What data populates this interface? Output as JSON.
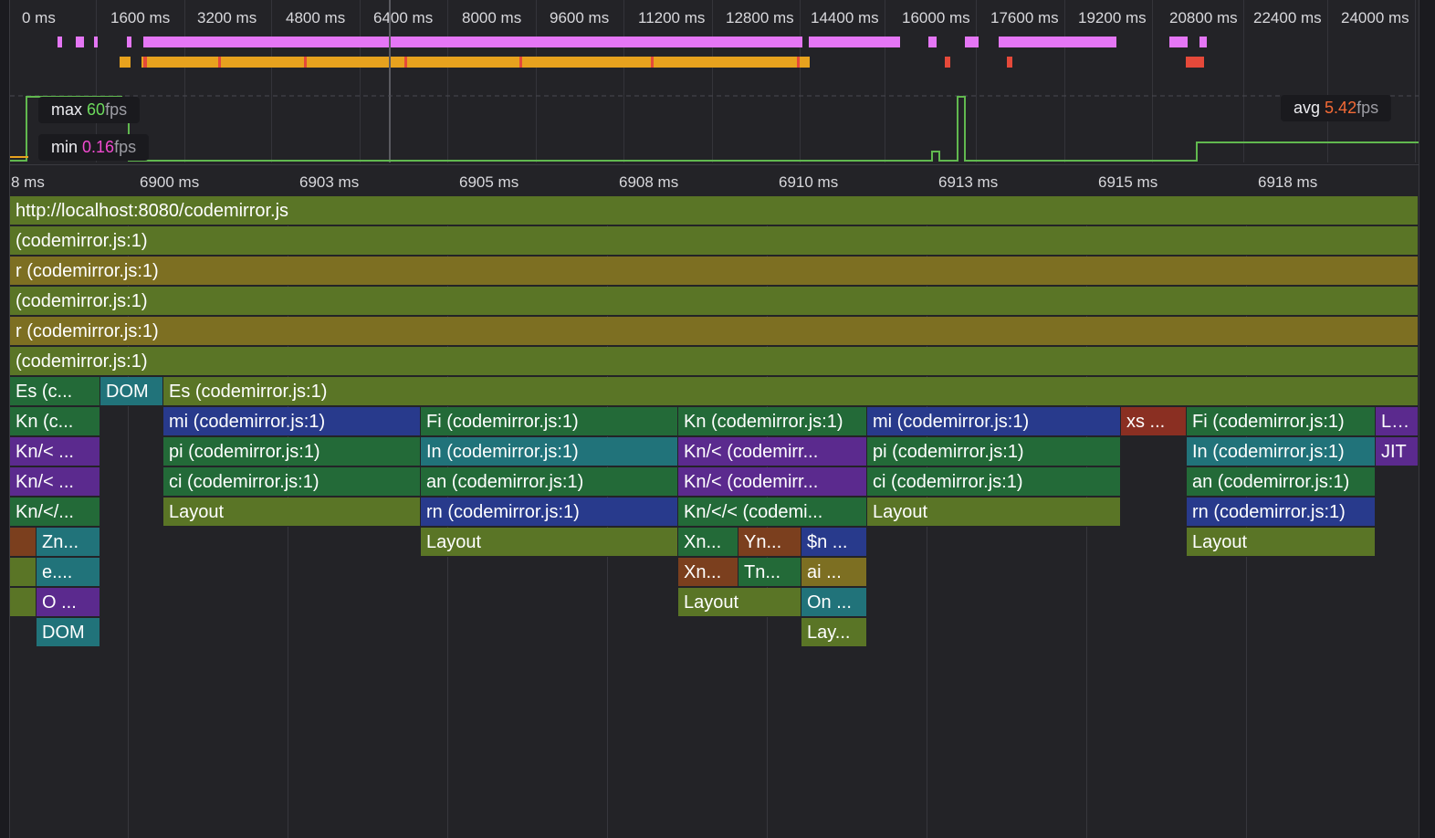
{
  "colors": {
    "lime": "#5a7526",
    "olive": "#7d6f22",
    "blue": "#283a8c",
    "green": "#236a38",
    "purple": "#5b2a8e",
    "teal": "#21737a",
    "brown": "#7b3f1e",
    "red": "#8a2f22",
    "pink": "#e576f5",
    "orange": "#e7a21e",
    "fps_line": "#61b84f",
    "max_value": "#6cda5c",
    "min_value": "#f14ad0",
    "avg_value": "#f46a36"
  },
  "overview": {
    "ticks": [
      "0 ms",
      "1600 ms",
      "3200 ms",
      "4800 ms",
      "6400 ms",
      "8000 ms",
      "9600 ms",
      "11200 ms",
      "12800 ms",
      "14400 ms",
      "16000 ms",
      "17600 ms",
      "19200 ms",
      "20800 ms",
      "22400 ms",
      "24000 ms"
    ]
  },
  "fps": {
    "max_label": "max",
    "max_value": "60",
    "min_label": "min",
    "min_value": "0.16",
    "avg_label": "avg",
    "avg_value": "5.42",
    "unit": "fps"
  },
  "ruler": {
    "ticks": [
      "8 ms",
      "6900 ms",
      "6903 ms",
      "6905 ms",
      "6908 ms",
      "6910 ms",
      "6913 ms",
      "6915 ms",
      "6918 ms"
    ]
  },
  "flame": {
    "rows": [
      [
        {
          "label": "http://localhost:8080/codemirror.js",
          "color": "lime"
        }
      ],
      [
        {
          "label": " (codemirror.js:1)",
          "color": "lime"
        }
      ],
      [
        {
          "label": "r (codemirror.js:1)",
          "color": "olive"
        }
      ],
      [
        {
          "label": " (codemirror.js:1)",
          "color": "lime"
        }
      ],
      [
        {
          "label": "r (codemirror.js:1)",
          "color": "olive"
        }
      ],
      [
        {
          "label": " (codemirror.js:1)",
          "color": "lime"
        }
      ],
      [
        {
          "label": "Es (c...",
          "color": "green"
        },
        {
          "label": "DOM",
          "color": "teal"
        },
        {
          "label": "Es (codemirror.js:1)",
          "color": "lime"
        }
      ],
      [
        {
          "label": "Kn (c...",
          "color": "green"
        },
        {
          "label": "mi (codemirror.js:1)",
          "color": "blue"
        },
        {
          "label": "Fi (codemirror.js:1)",
          "color": "green"
        },
        {
          "label": "Kn (codemirror.js:1)",
          "color": "green"
        },
        {
          "label": "mi (codemirror.js:1)",
          "color": "blue"
        },
        {
          "label": "xs ...",
          "color": "red"
        },
        {
          "label": "Fi (codemirror.js:1)",
          "color": "green"
        },
        {
          "label": "Ln ...",
          "color": "purple"
        }
      ],
      [
        {
          "label": "Kn/< ...",
          "color": "purple"
        },
        {
          "label": "pi (codemirror.js:1)",
          "color": "green"
        },
        {
          "label": "In (codemirror.js:1)",
          "color": "teal"
        },
        {
          "label": "Kn/< (codemirr...",
          "color": "purple"
        },
        {
          "label": "pi (codemirror.js:1)",
          "color": "green"
        },
        {
          "label": "In (codemirror.js:1)",
          "color": "teal"
        },
        {
          "label": "JIT",
          "color": "purple"
        }
      ],
      [
        {
          "label": "Kn/< ...",
          "color": "purple"
        },
        {
          "label": "ci (codemirror.js:1)",
          "color": "green"
        },
        {
          "label": "an (codemirror.js:1)",
          "color": "green"
        },
        {
          "label": "Kn/< (codemirr...",
          "color": "purple"
        },
        {
          "label": "ci (codemirror.js:1)",
          "color": "green"
        },
        {
          "label": "an (codemirror.js:1)",
          "color": "green"
        }
      ],
      [
        {
          "label": "Kn/</...",
          "color": "green"
        },
        {
          "label": "Layout",
          "color": "lime"
        },
        {
          "label": "rn (codemirror.js:1)",
          "color": "blue"
        },
        {
          "label": "Kn/</< (codemi...",
          "color": "green"
        },
        {
          "label": "Layout",
          "color": "lime"
        },
        {
          "label": "rn (codemirror.js:1)",
          "color": "blue"
        }
      ],
      [
        {
          "label": "",
          "color": "brown"
        },
        {
          "label": "Zn...",
          "color": "teal"
        },
        {
          "label": "Layout",
          "color": "lime"
        },
        {
          "label": "Xn...",
          "color": "green"
        },
        {
          "label": "Yn...",
          "color": "brown"
        },
        {
          "label": "$n ...",
          "color": "blue"
        },
        {
          "label": "Layout",
          "color": "lime"
        }
      ],
      [
        {
          "label": "",
          "color": "lime"
        },
        {
          "label": "e....",
          "color": "teal"
        },
        {
          "label": "Xn...",
          "color": "brown"
        },
        {
          "label": "Tn...",
          "color": "green"
        },
        {
          "label": "ai ...",
          "color": "olive"
        }
      ],
      [
        {
          "label": "",
          "color": "lime"
        },
        {
          "label": "O ...",
          "color": "purple"
        },
        {
          "label": "Layout",
          "color": "lime"
        },
        {
          "label": "On ...",
          "color": "teal"
        }
      ],
      [
        {
          "label": "DOM",
          "color": "teal"
        },
        {
          "label": "Lay...",
          "color": "lime"
        }
      ]
    ]
  }
}
